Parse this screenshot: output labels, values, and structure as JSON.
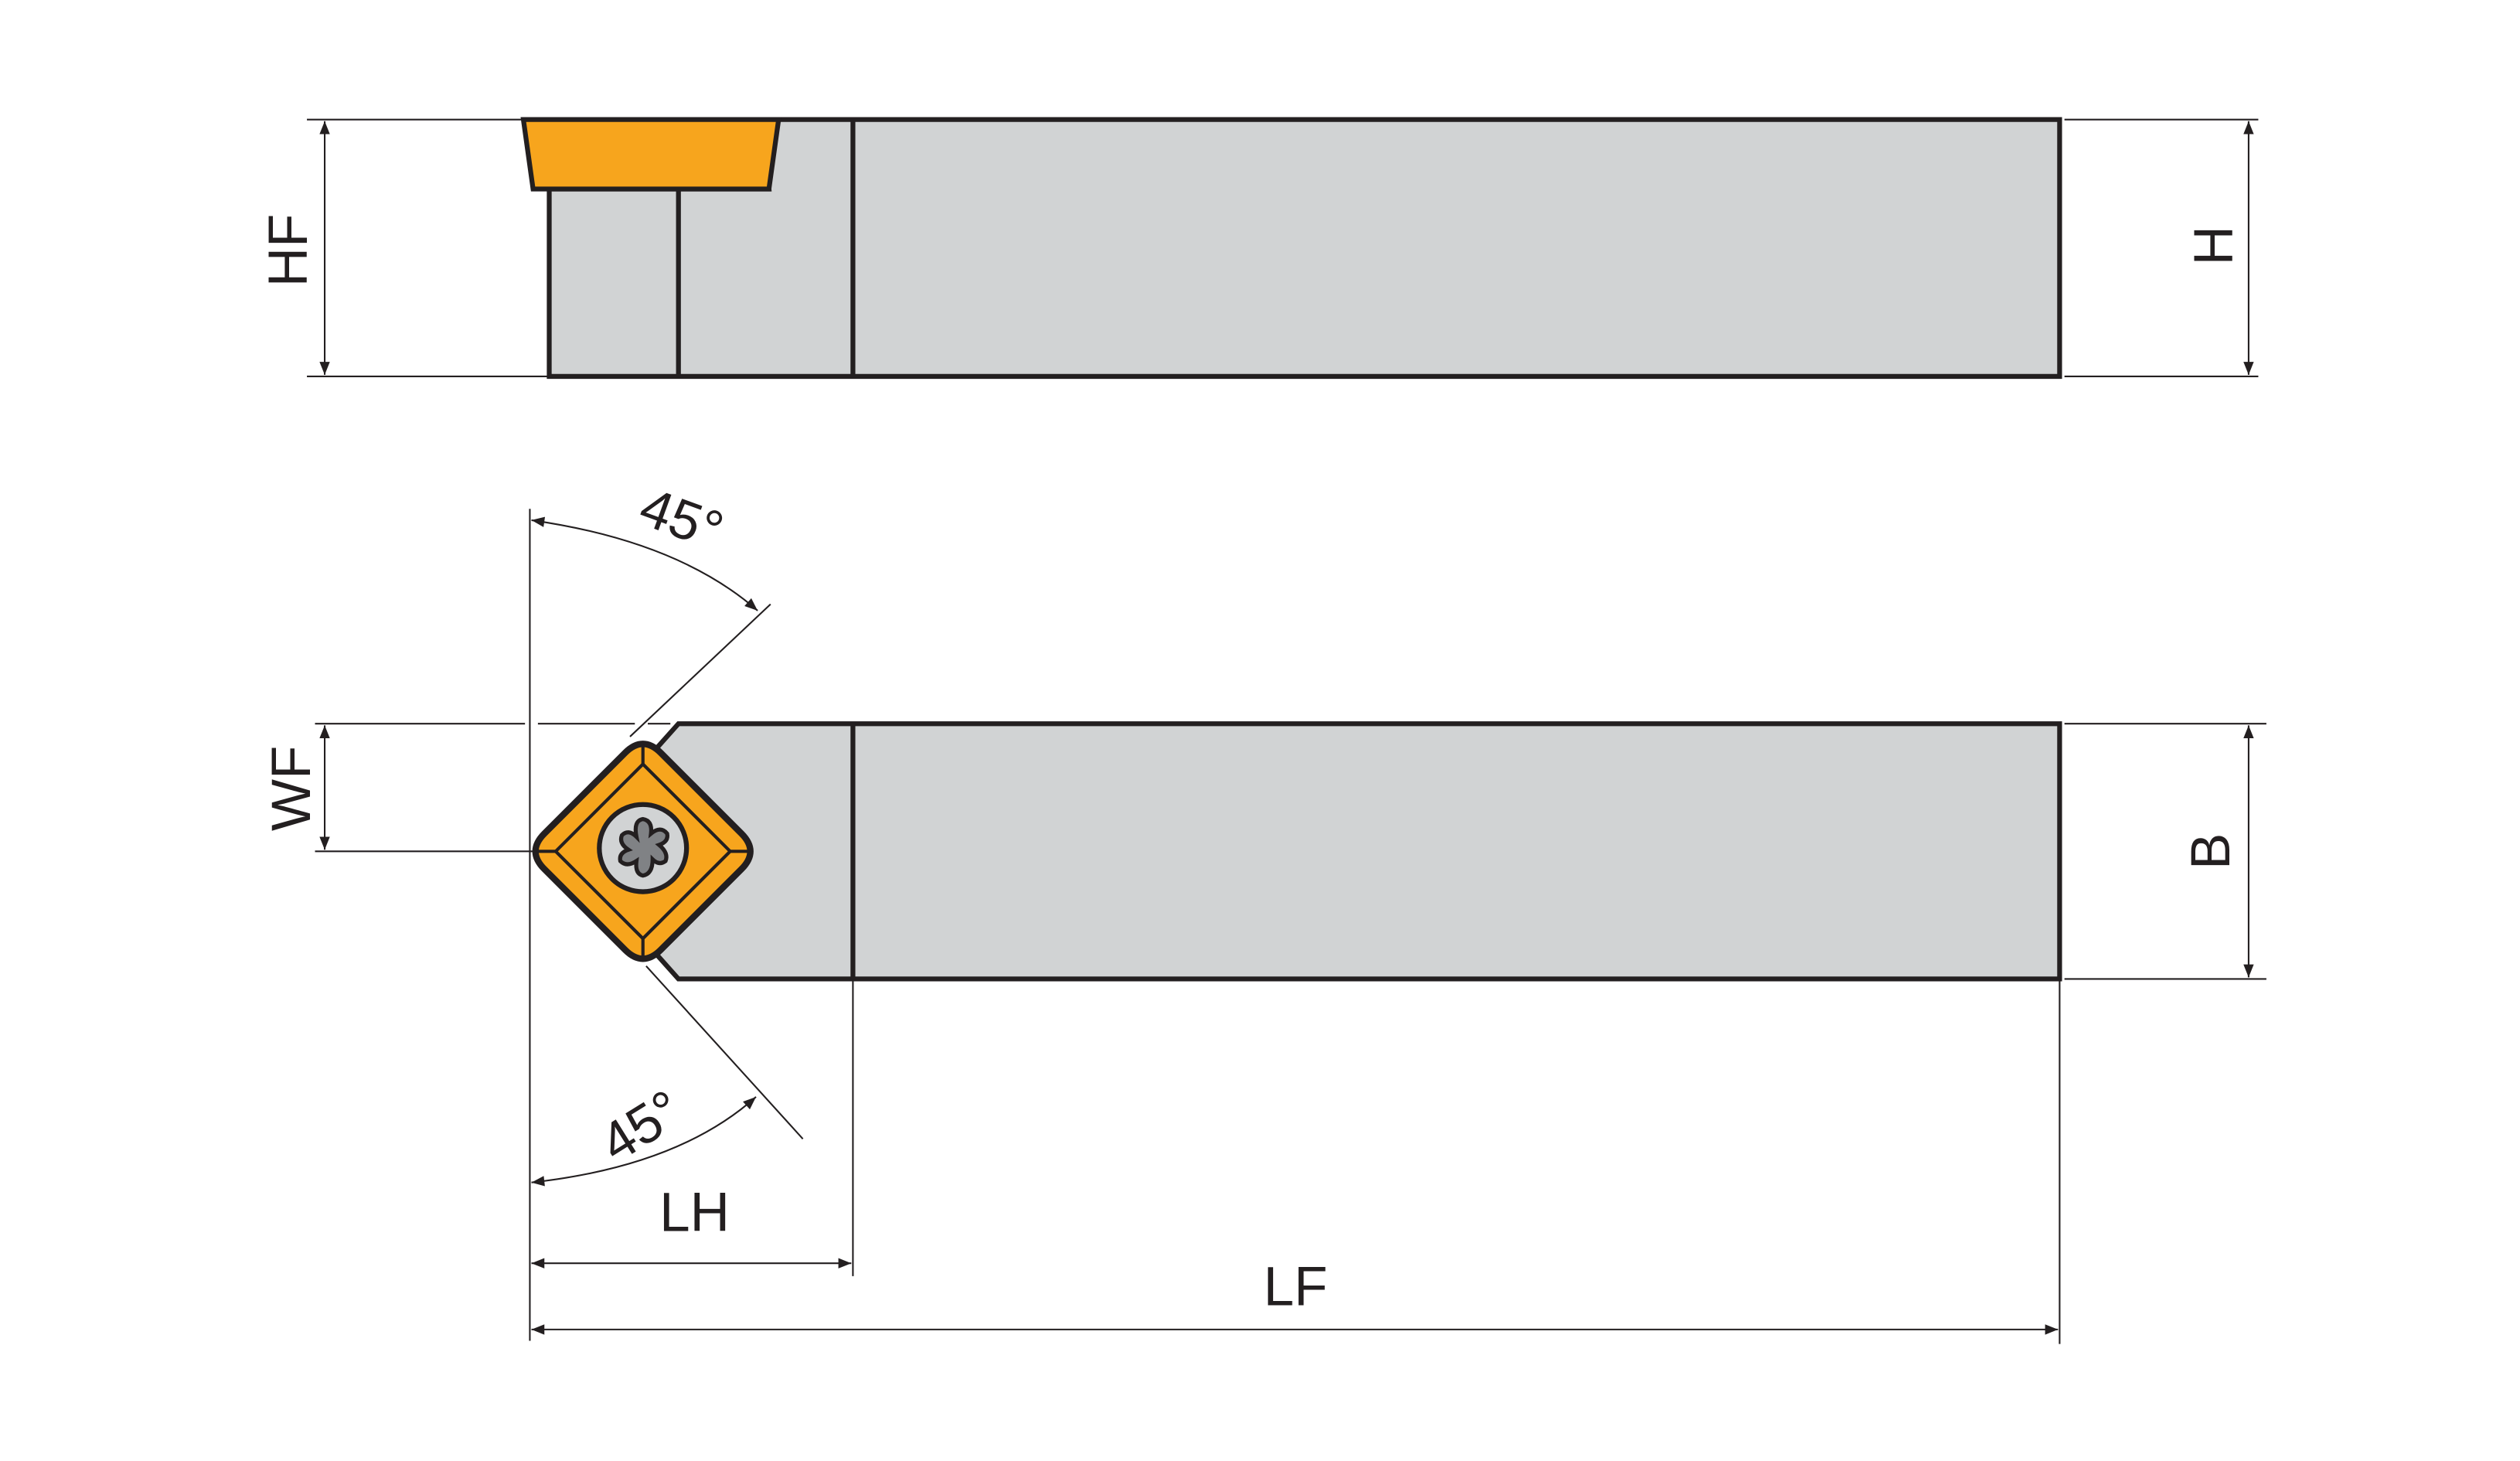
{
  "labels": {
    "hf": "HF",
    "h": "H",
    "wf": "WF",
    "b": "B",
    "lh": "LH",
    "lf": "LF",
    "angle_top": "45°",
    "angle_bottom": "45°"
  },
  "colors": {
    "insert": "#f7a51d",
    "body": "#d1d3d4",
    "outline": "#231f20",
    "screw_head": "#d1d3d4",
    "torx": "#808285"
  }
}
